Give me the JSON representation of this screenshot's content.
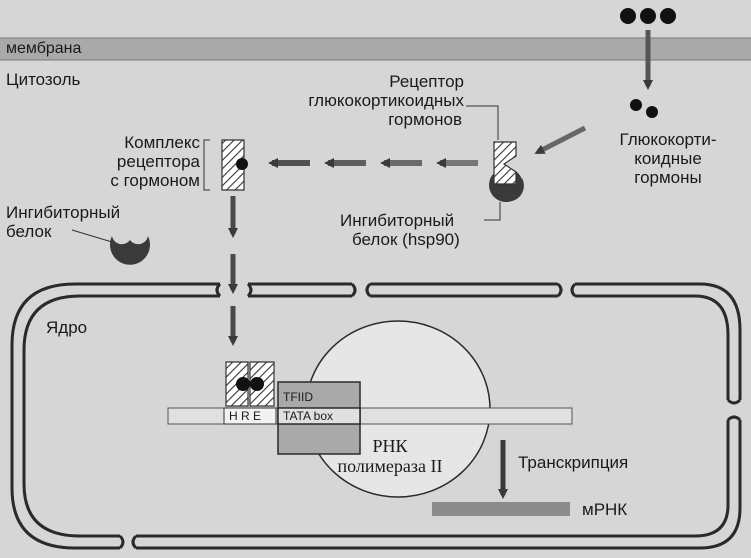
{
  "labels": {
    "membrane": "мембрана",
    "cytosol": "Цитозоль",
    "receptor": [
      "Рецептор",
      "глюкокортикоидных",
      "гормонов"
    ],
    "hormones": [
      "Глюкокорти-",
      "коидные",
      "гормоны"
    ],
    "complex": [
      "Комплекс",
      "рецептора",
      "с гормоном"
    ],
    "inhibitor_free": [
      "Ингибиторный",
      "белок"
    ],
    "inhibitor_bound": [
      "Ингибиторный",
      "белок (hsp90)"
    ],
    "nucleus": "Ядро",
    "tfiid": "TFIID",
    "tata": "TATA  box",
    "hre": "H R E",
    "polymerase": [
      "РНК",
      "полимераза II"
    ],
    "transcription": "Транскрипция",
    "mrna": "мРНК"
  },
  "colors": {
    "membrane": "#a9a9a9",
    "background": "#d6d6d6",
    "dark": "#3a3a3a",
    "nucleus_fill": "#dadada",
    "polymerase_fill": "#e6e6e6"
  }
}
